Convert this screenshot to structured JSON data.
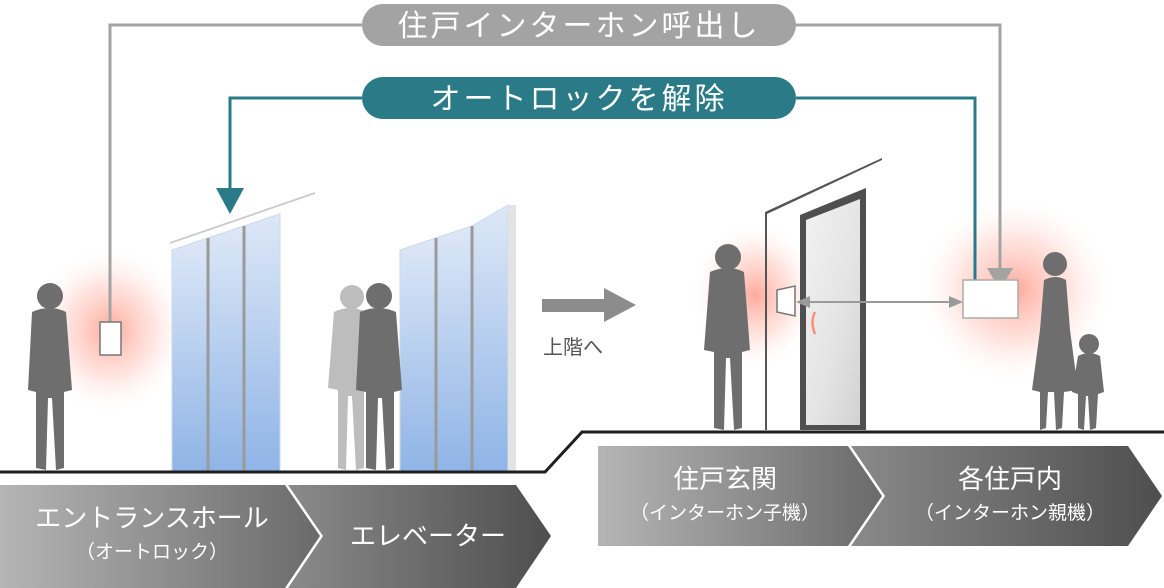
{
  "labels": {
    "call": "住戸インターホン呼出し",
    "unlock": "オートロックを解除",
    "upstairs": "上階へ"
  },
  "stages": [
    {
      "title": "エントランスホール",
      "subtitle": "（オートロック）"
    },
    {
      "title": "エレベーター",
      "subtitle": ""
    },
    {
      "title": "住戸玄関",
      "subtitle": "（インターホン子機）"
    },
    {
      "title": "各住戸内",
      "subtitle": "（インターホン親機）"
    }
  ],
  "colors": {
    "call_line": "#a3a3a3",
    "unlock_line": "#2a7a88",
    "glow": "#ff8d7a",
    "glass": "#a9c6ee",
    "person_dark": "#6e6e6e",
    "person_light": "#bdbdbd"
  }
}
